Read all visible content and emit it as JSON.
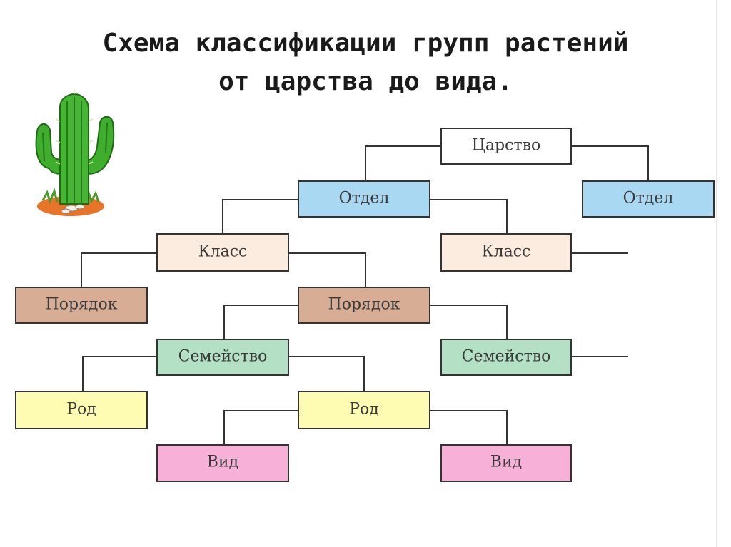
{
  "title": {
    "line1": "Схема классификации групп растений",
    "line2": "от царства до вида."
  },
  "illustration": {
    "icon": "cactus-icon"
  },
  "colors": {
    "kingdom": "#ffffff",
    "division": "#a9d8f3",
    "class": "#fcecdf",
    "order": "#d7ad95",
    "family": "#b4e1c6",
    "genus": "#fefbb3",
    "species": "#f7b1d8",
    "connector": "#333333"
  },
  "diagram": {
    "kingdom": "Царство",
    "division_left": "Отдел",
    "division_right": "Отдел",
    "class_left": "Класс",
    "class_right": "Класс",
    "order_left": "Порядок",
    "order_right": "Порядок",
    "family_left": "Семейство",
    "family_right": "Семейство",
    "genus_left": "Род",
    "genus_right": "Род",
    "species_left": "Вид",
    "species_right": "Вид"
  }
}
